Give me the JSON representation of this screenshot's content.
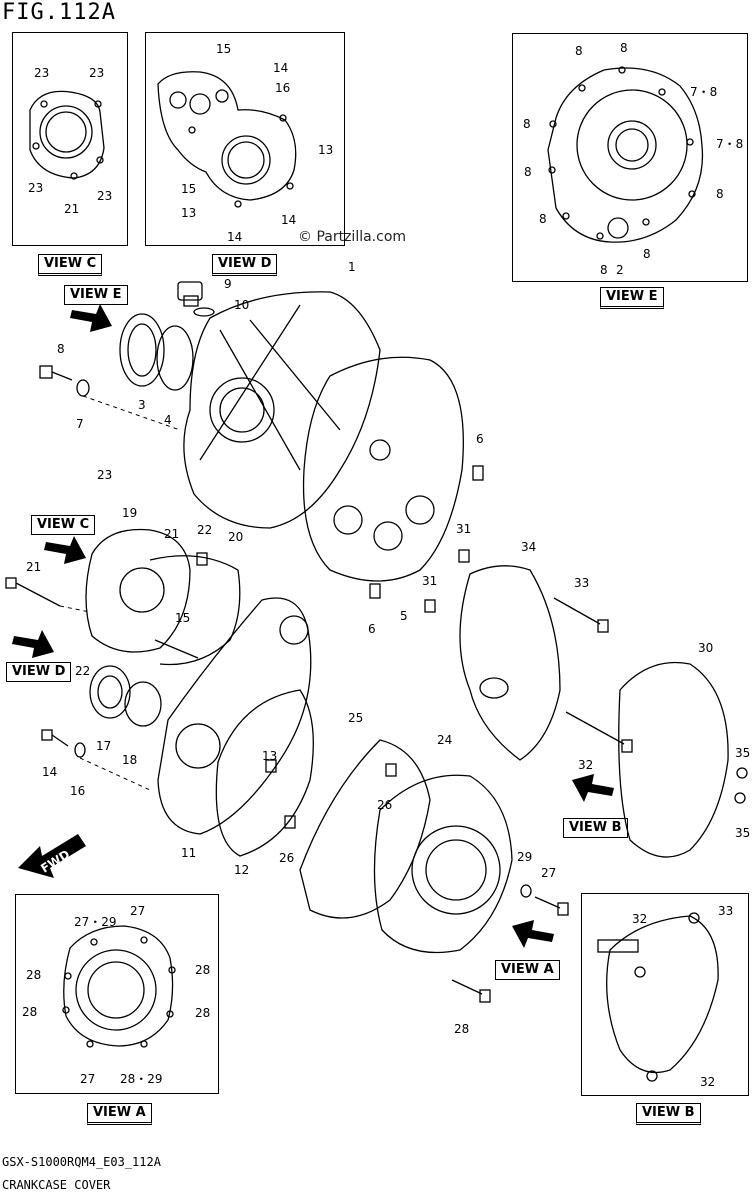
{
  "figure_title": "FIG.112A",
  "watermark": "© Partzilla.com",
  "footer_code": "GSX-S1000RQM4_E03_112A",
  "footer_name": "CRANKCASE COVER",
  "views": {
    "c": "VIEW C",
    "d": "VIEW D",
    "e": "VIEW E",
    "a": "VIEW A",
    "b": "VIEW B",
    "fwd": "FWD"
  },
  "callouts": {
    "c_23a": "23",
    "c_23b": "23",
    "c_23c": "23",
    "c_23d": "23",
    "c_21": "21",
    "d_15a": "15",
    "d_14a": "14",
    "d_16": "16",
    "d_13a": "13",
    "d_15b": "15",
    "d_13b": "13",
    "d_14b": "14",
    "d_14c": "14",
    "e_8a": "8",
    "e_8b": "8",
    "e_78a": "7・8",
    "e_8c": "8",
    "e_78b": "7・8",
    "e_8d": "8",
    "e_8e": "8",
    "e_8f": "8",
    "e_8g": "8",
    "e_8h": "8",
    "e_2": "2",
    "m_1": "1",
    "m_9": "9",
    "m_10": "10",
    "m_3": "3",
    "m_4": "4",
    "m_8": "8",
    "m_7": "7",
    "m_6a": "6",
    "m_6b": "6",
    "m_5": "5",
    "m_31a": "31",
    "m_31b": "31",
    "m_23": "23",
    "m_19": "19",
    "m_21a": "21",
    "m_22a": "22",
    "m_20": "20",
    "m_21b": "21",
    "m_15": "15",
    "m_22b": "22",
    "m_17": "17",
    "m_18": "18",
    "m_14": "14",
    "m_16": "16",
    "m_13": "13",
    "m_11": "11",
    "m_12": "12",
    "m_34": "34",
    "m_33": "33",
    "m_30": "30",
    "m_32": "32",
    "m_35a": "35",
    "m_35b": "35",
    "m_25": "25",
    "m_24": "24",
    "m_26a": "26",
    "m_26b": "26",
    "m_29": "29",
    "m_27": "27",
    "m_28": "28",
    "a_2729": "27・29",
    "a_27a": "27",
    "a_28a": "28",
    "a_28b": "28",
    "a_28c": "28",
    "a_28d": "28",
    "a_27b": "27",
    "a_2829": "28・29",
    "b_32a": "32",
    "b_33": "33",
    "b_32b": "32"
  }
}
